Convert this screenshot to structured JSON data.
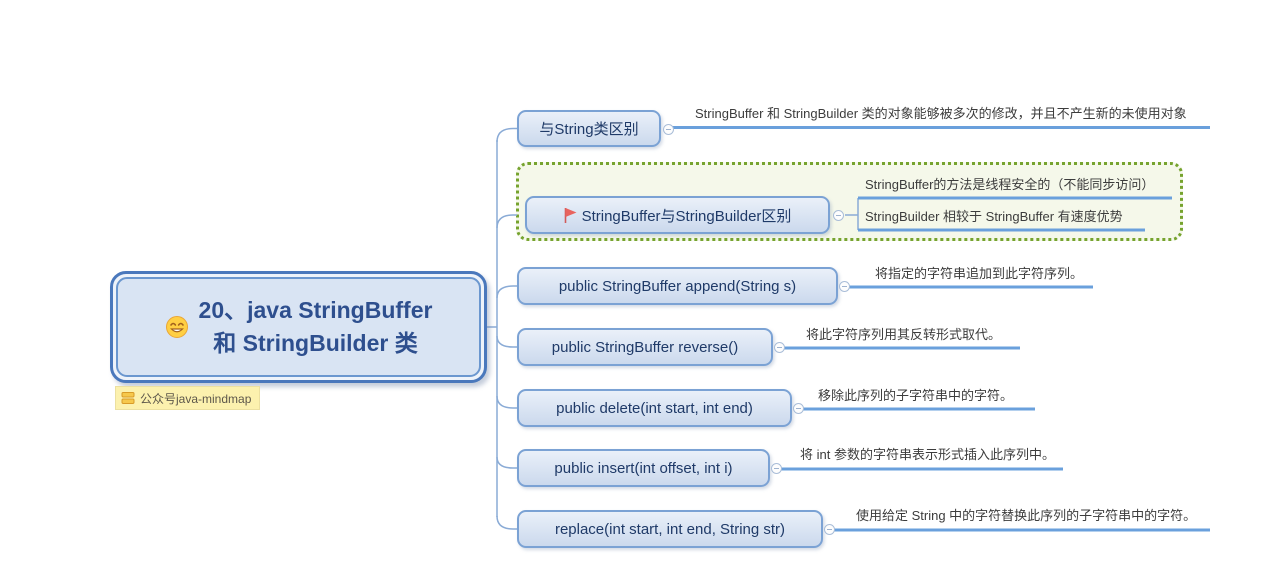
{
  "root": {
    "title_line1": "20、java StringBuffer",
    "title_line2": "和 StringBuilder 类",
    "marker": "smiley-emoji"
  },
  "watermark": {
    "label": "公众号java-mindmap"
  },
  "branches": [
    {
      "label": "与String类区别",
      "note": "StringBuffer 和 StringBuilder 类的对象能够被多次的修改，并且不产生新的未使用对象"
    },
    {
      "label": "StringBuffer与StringBuilder区别",
      "marker": "red-flag",
      "notes": [
        "StringBuffer的方法是线程安全的（不能同步访问）",
        "StringBuilder 相较于 StringBuffer 有速度优势"
      ]
    },
    {
      "label": "public StringBuffer append(String s)",
      "note": "将指定的字符串追加到此字符序列。"
    },
    {
      "label": "public StringBuffer reverse()",
      "note": "将此字符序列用其反转形式取代。"
    },
    {
      "label": "public delete(int start, int end)",
      "note": "移除此序列的子字符串中的字符。"
    },
    {
      "label": "public insert(int offset, int i)",
      "note": "将 int 参数的字符串表示形式插入此序列中。"
    },
    {
      "label": "replace(int start, int end, String str)",
      "note": "使用给定 String 中的字符替换此序列的子字符串中的字符。"
    }
  ],
  "colors": {
    "topic_border": "#7ba2d4",
    "topic_fill": "#d9e4f3",
    "topic_text": "#1f3a68",
    "central_border": "#4a78bc",
    "connector": "#8aabd6",
    "note_underline": "#6aa0dc",
    "boundary_border": "#76a32e",
    "boundary_fill": "#f5f8ea",
    "flag": "#e8635e",
    "watermark_bg": "#fcf1ae"
  }
}
